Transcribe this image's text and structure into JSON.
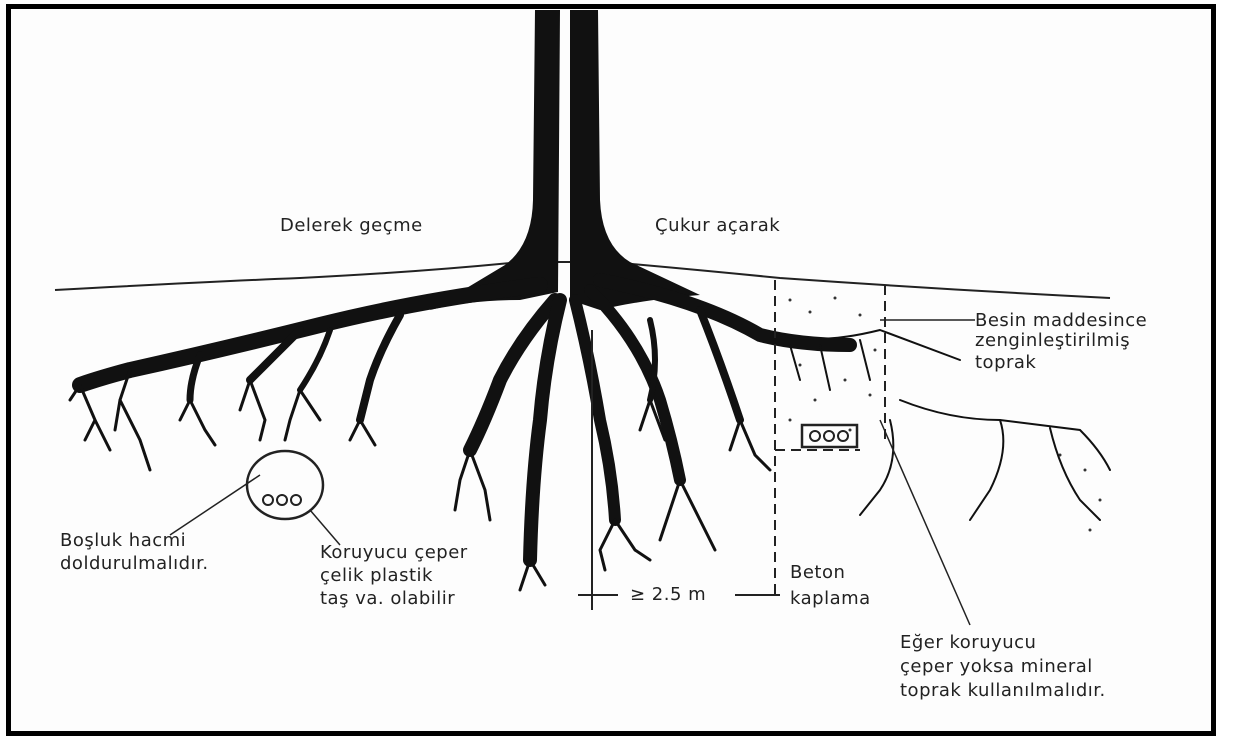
{
  "labels": {
    "boring": "Delerek geçme",
    "trench": "Çukur açarak",
    "void_line1": "Boşluk hacmi",
    "void_line2": "doldurulmalıdır.",
    "sleeve_line1": "Koruyucu çeper",
    "sleeve_line2": "çelik plastik",
    "sleeve_line3": "taş va. olabilir",
    "distance": "≥ 2.5 m",
    "concrete_line1": "Beton",
    "concrete_line2": "kaplama",
    "soil_line1": "Besin maddesince",
    "soil_line2": "zenginleştirilmiş",
    "soil_line3": "toprak",
    "mineral_line1": "Eğer koruyucu",
    "mineral_line2": "çeper yoksa mineral",
    "mineral_line3": "toprak kullanılmalıdır."
  }
}
